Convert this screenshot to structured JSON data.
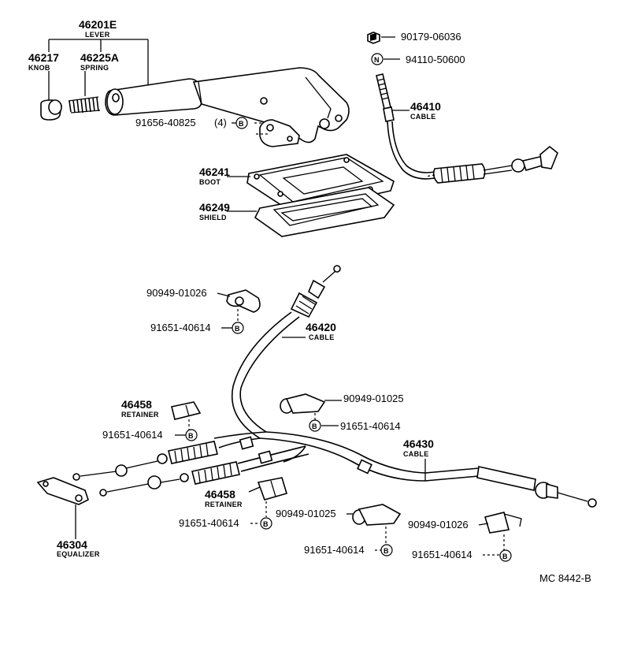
{
  "lever": {
    "number": "46201E",
    "caption": "LEVER"
  },
  "knob": {
    "number": "46217",
    "caption": "KNOB"
  },
  "spring": {
    "number": "46225A",
    "caption": "SPRING"
  },
  "bolt_lever": {
    "number": "91656-40825",
    "qty": "(4)",
    "symbol": "B"
  },
  "nut_top": {
    "number": "90179-06036"
  },
  "washer_top": {
    "number": "94110-50600",
    "symbol": "N"
  },
  "cable_front": {
    "number": "46410",
    "caption": "CABLE"
  },
  "boot": {
    "number": "46241",
    "caption": "BOOT"
  },
  "shield": {
    "number": "46249",
    "caption": "SHIELD"
  },
  "clamp_upper": {
    "number": "90949-01026"
  },
  "bolt_upper": {
    "number": "91651-40614",
    "symbol": "B"
  },
  "cable_mid": {
    "number": "46420",
    "caption": "CABLE"
  },
  "clamp_mid": {
    "number": "90949-01025"
  },
  "bolt_mid": {
    "number": "91651-40614",
    "symbol": "B"
  },
  "retainer_upper": {
    "number": "46458",
    "caption": "RETAINER"
  },
  "bolt_ret_upper": {
    "number": "91651-40614",
    "symbol": "B"
  },
  "cable_rear": {
    "number": "46430",
    "caption": "CABLE"
  },
  "retainer_lower": {
    "number": "46458",
    "caption": "RETAINER"
  },
  "bolt_ret_lower": {
    "number": "91651-40614",
    "symbol": "B"
  },
  "clamp_lower_mid": {
    "number": "90949-01025"
  },
  "bolt_lower_mid": {
    "number": "91651-40614",
    "symbol": "B"
  },
  "clamp_lower_right": {
    "number": "90949-01026"
  },
  "bolt_lower_right": {
    "number": "91651-40614",
    "symbol": "B"
  },
  "equalizer": {
    "number": "46304",
    "caption": "EQUALIZER"
  },
  "figure_code": "MC 8442-B"
}
